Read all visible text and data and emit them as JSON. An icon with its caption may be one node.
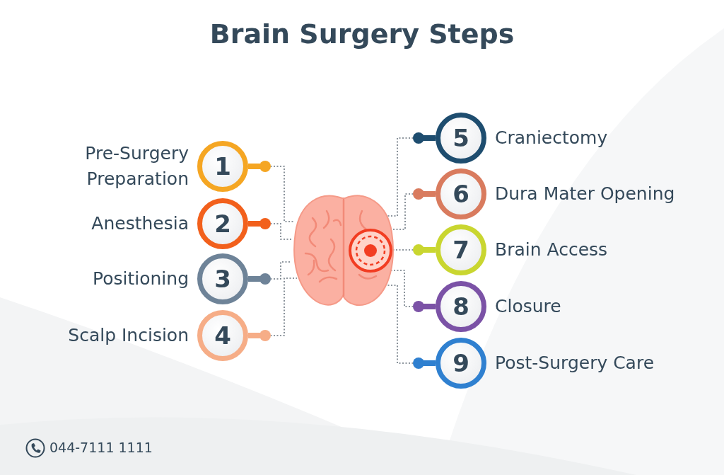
{
  "diagram": {
    "title": "Brain Surgery Steps",
    "nodes": [
      {
        "text": [
          "1"
        ],
        "beside": [
          "Pre-Surgery Preparation"
        ]
      },
      {
        "text": [
          "2"
        ],
        "beside": [
          "Anesthesia"
        ]
      },
      {
        "text": [
          "3"
        ],
        "beside": [
          "Positioning"
        ]
      },
      {
        "text": [
          "4"
        ],
        "beside": [
          "Scalp Incision"
        ]
      },
      {
        "text": [
          "5"
        ],
        "beside": [
          "Craniectomy"
        ]
      },
      {
        "text": [
          "6"
        ],
        "beside": [
          "Dura Mater Opening"
        ]
      },
      {
        "text": [
          "7"
        ],
        "beside": [
          "Brain Access"
        ]
      },
      {
        "text": [
          "8"
        ],
        "beside": [
          "Closure"
        ]
      },
      {
        "text": [
          "9"
        ],
        "beside": [
          "Post-Surgery Care"
        ]
      },
      {
        "text": [],
        "shape": "picture"
      }
    ],
    "edges": [
      {
        "from": 0,
        "to": 9,
        "arrow": "other",
        "style": "dashed"
      },
      {
        "from": 1,
        "to": 9,
        "arrow": "other",
        "style": "dashed"
      },
      {
        "from": 2,
        "to": 9,
        "arrow": "other",
        "style": "dashed"
      },
      {
        "from": 3,
        "to": 9,
        "arrow": "other",
        "style": "dashed"
      },
      {
        "from": 4,
        "to": 9,
        "arrow": "other",
        "style": "dashed"
      },
      {
        "from": 5,
        "to": 9,
        "arrow": "other",
        "style": "dashed"
      },
      {
        "from": 6,
        "to": 9,
        "arrow": "other",
        "style": "dashed"
      },
      {
        "from": 7,
        "to": 9,
        "arrow": "other",
        "style": "dashed"
      },
      {
        "from": 8,
        "to": 9,
        "arrow": "other",
        "style": "dashed"
      }
    ],
    "labels": [
      "044-7111 1111"
    ]
  }
}
